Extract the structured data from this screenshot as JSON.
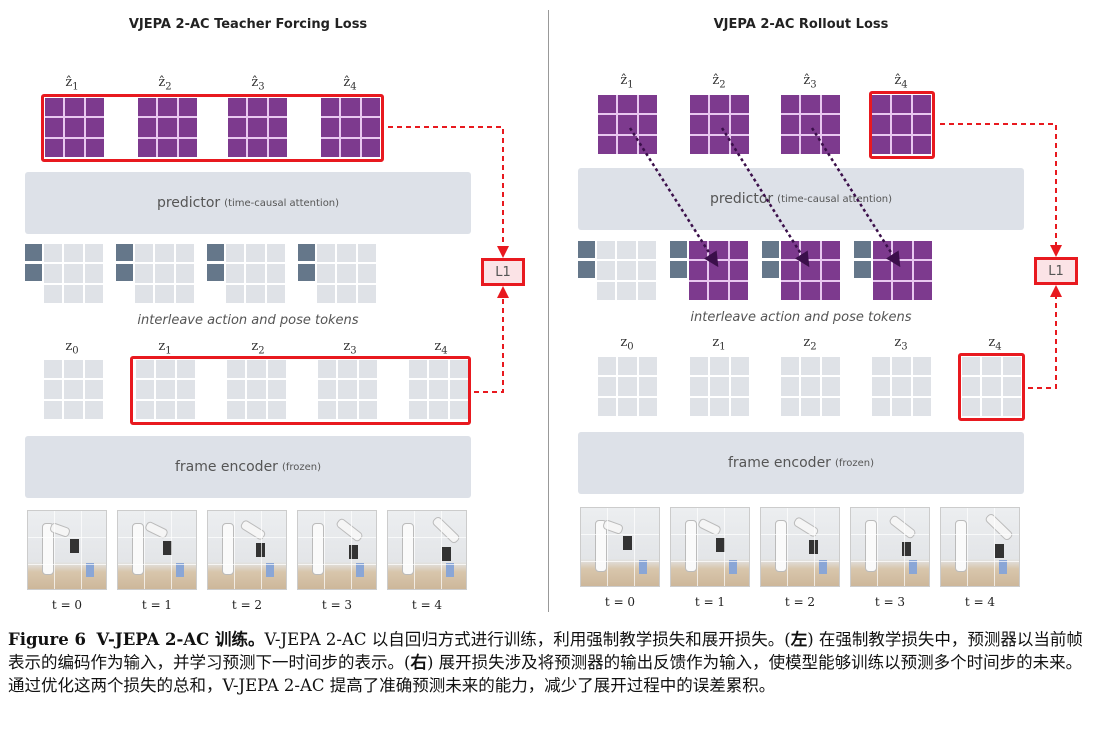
{
  "left": {
    "title": "VJEPA 2-AC Teacher Forcing Loss",
    "hat_labels": [
      "ẑ",
      "ẑ",
      "ẑ",
      "ẑ"
    ],
    "hat_subs": [
      "1",
      "2",
      "3",
      "4"
    ],
    "predictor": "predictor",
    "predictor_note": "(time-causal attention)",
    "interleave": "interleave action and pose tokens",
    "z_labels": [
      "z",
      "z",
      "z",
      "z",
      "z"
    ],
    "z_subs": [
      "0",
      "1",
      "2",
      "3",
      "4"
    ],
    "encoder": "frame encoder",
    "encoder_note": "(frozen)",
    "loss": "L1",
    "t_labels": [
      "t = 0",
      "t = 1",
      "t = 2",
      "t = 3",
      "t = 4"
    ]
  },
  "right": {
    "title": "VJEPA 2-AC Rollout Loss",
    "hat_labels": [
      "ẑ",
      "ẑ",
      "ẑ",
      "ẑ"
    ],
    "hat_subs": [
      "1",
      "2",
      "3",
      "4"
    ],
    "predictor": "predictor",
    "predictor_note": "(time-causal attention)",
    "interleave": "interleave action and pose tokens",
    "z_labels": [
      "z",
      "z",
      "z",
      "z",
      "z"
    ],
    "z_subs": [
      "0",
      "1",
      "2",
      "3",
      "4"
    ],
    "encoder": "frame encoder",
    "encoder_note": "(frozen)",
    "loss": "L1",
    "t_labels": [
      "t = 0",
      "t = 1",
      "t = 2",
      "t = 3",
      "t = 4"
    ]
  },
  "caption": {
    "figure_label": "Figure 6",
    "bold_title": "V-JEPA 2-AC 训练。",
    "text1": "V-JEPA 2-AC 以自回归方式进行训练，利用强制教学损失和展开损失。(",
    "left_tag": "左",
    "text2": ") 在强制教学损失中，预测器以当前帧表示的编码作为输入，并学习预测下一时间步的表示。(",
    "right_tag": "右",
    "text3": ") 展开损失涉及将预测器的输出反馈作为输入，使模型能够训练以预测多个时间步的未来。通过优化这两个损失的总和，V-JEPA 2-AC 提高了准确预测未来的能力，减少了展开过程中的误差累积。"
  },
  "colors": {
    "purple": "#7d3a8e",
    "red": "#e8191f",
    "block": "#dde1e8",
    "action": "#65778a"
  }
}
